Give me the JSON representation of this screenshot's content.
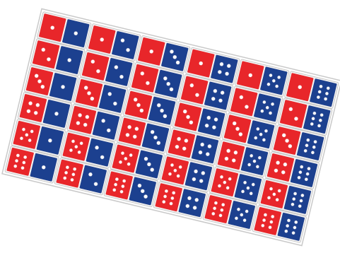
{
  "image": {
    "subject": "dominoes",
    "layout": {
      "rows": 6,
      "cols": 6
    },
    "colors": {
      "left_half": "#e8262b",
      "right_half": "#1b3f8f",
      "pip": "#ffffff",
      "tile_border": "#f4f4f4",
      "board": "#ffffff",
      "edge": "#b8b8b8"
    },
    "dominoes": [
      [
        [
          1,
          1
        ],
        [
          1,
          2
        ],
        [
          1,
          3
        ],
        [
          1,
          4
        ],
        [
          1,
          5
        ],
        [
          1,
          6
        ]
      ],
      [
        [
          2,
          1
        ],
        [
          2,
          2
        ],
        [
          2,
          3
        ],
        [
          2,
          4
        ],
        [
          2,
          5
        ],
        [
          2,
          6
        ]
      ],
      [
        [
          3,
          1
        ],
        [
          3,
          2
        ],
        [
          3,
          3
        ],
        [
          3,
          4
        ],
        [
          3,
          5
        ],
        [
          3,
          6
        ]
      ],
      [
        [
          4,
          1
        ],
        [
          4,
          2
        ],
        [
          4,
          3
        ],
        [
          4,
          4
        ],
        [
          4,
          5
        ],
        [
          4,
          6
        ]
      ],
      [
        [
          5,
          1
        ],
        [
          5,
          2
        ],
        [
          5,
          3
        ],
        [
          5,
          4
        ],
        [
          5,
          5
        ],
        [
          5,
          6
        ]
      ],
      [
        [
          6,
          1
        ],
        [
          6,
          2
        ],
        [
          6,
          3
        ],
        [
          6,
          4
        ],
        [
          6,
          5
        ],
        [
          6,
          6
        ]
      ]
    ]
  }
}
